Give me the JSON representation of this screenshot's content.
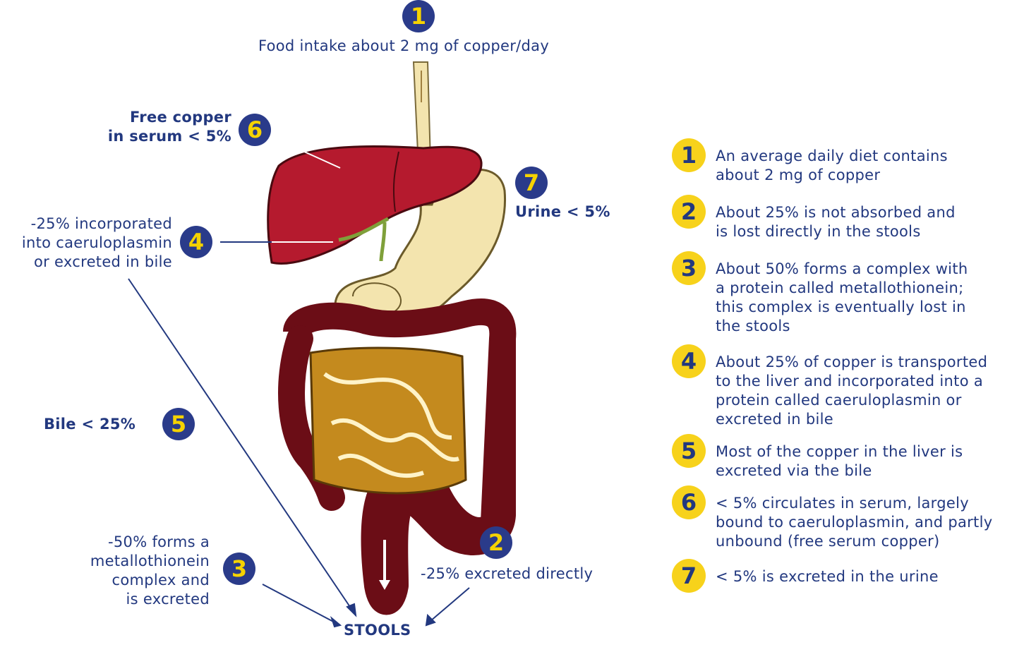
{
  "title_callout": {
    "number": "1",
    "text": "Food intake about 2 mg of copper/day"
  },
  "callouts": {
    "free_copper": {
      "number": "6",
      "line1": "Free copper",
      "line2": "in serum < 5%"
    },
    "urine": {
      "number": "7",
      "text": "Urine < 5%"
    },
    "caeruloplasmin": {
      "number": "4",
      "line1": "-25% incorporated",
      "line2": "into caeruloplasmin",
      "line3": "or excreted in bile"
    },
    "bile": {
      "number": "5",
      "text": "Bile < 25%"
    },
    "metallothionein": {
      "number": "3",
      "line1": "-50% forms a",
      "line2": "metallothionein",
      "line3": "complex and",
      "line4": "is excreted"
    },
    "direct": {
      "number": "2",
      "text": "-25% excreted directly"
    },
    "stools": "STOOLS"
  },
  "legend": [
    {
      "number": "1",
      "text": "An average daily diet contains\nabout 2 mg of copper"
    },
    {
      "number": "2",
      "text": "About 25% is not absorbed and\nis lost directly in the stools"
    },
    {
      "number": "3",
      "text": "About 50% forms a complex with\na protein called metallothionein;\nthis complex is eventually lost in\nthe stools"
    },
    {
      "number": "4",
      "text": "About 25% of copper is transported\nto the liver and incorporated into a\nprotein called caeruloplasmin or\nexcreted in bile"
    },
    {
      "number": "5",
      "text": "Most of the copper in the liver is\nexcreted via the bile"
    },
    {
      "number": "6",
      "text": "< 5% circulates in serum, largely\nbound to caeruloplasmin, and partly\nunbound (free serum copper)"
    },
    {
      "number": "7",
      "text": "< 5% is excreted in the urine"
    }
  ],
  "colors": {
    "navy": "#22387f",
    "yellow": "#f7d21b",
    "liver": "#b51a2e",
    "stomach": "#f3e4ae",
    "colon": "#6b0d16",
    "intestine": "#c48a1e"
  }
}
